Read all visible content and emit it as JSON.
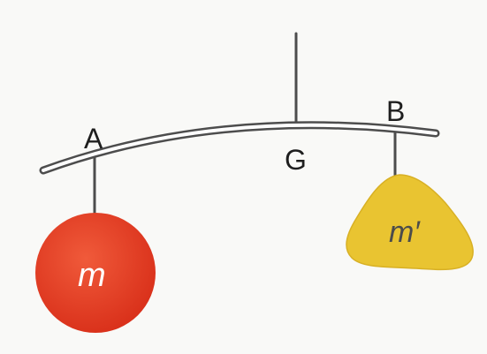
{
  "diagram": {
    "labels": {
      "point_a": "A",
      "point_g": "G",
      "point_b": "B",
      "mass_left": "m",
      "mass_right": "m′"
    },
    "colors": {
      "rod": "#4d4d4d",
      "rod_inner": "#ffffff",
      "mass_left_fill": "#e63a1f",
      "mass_left_text": "#ffffff",
      "mass_right_fill": "#e9c431",
      "mass_right_text": "#4b4b4b",
      "label_text": "#1e1e1e"
    }
  }
}
